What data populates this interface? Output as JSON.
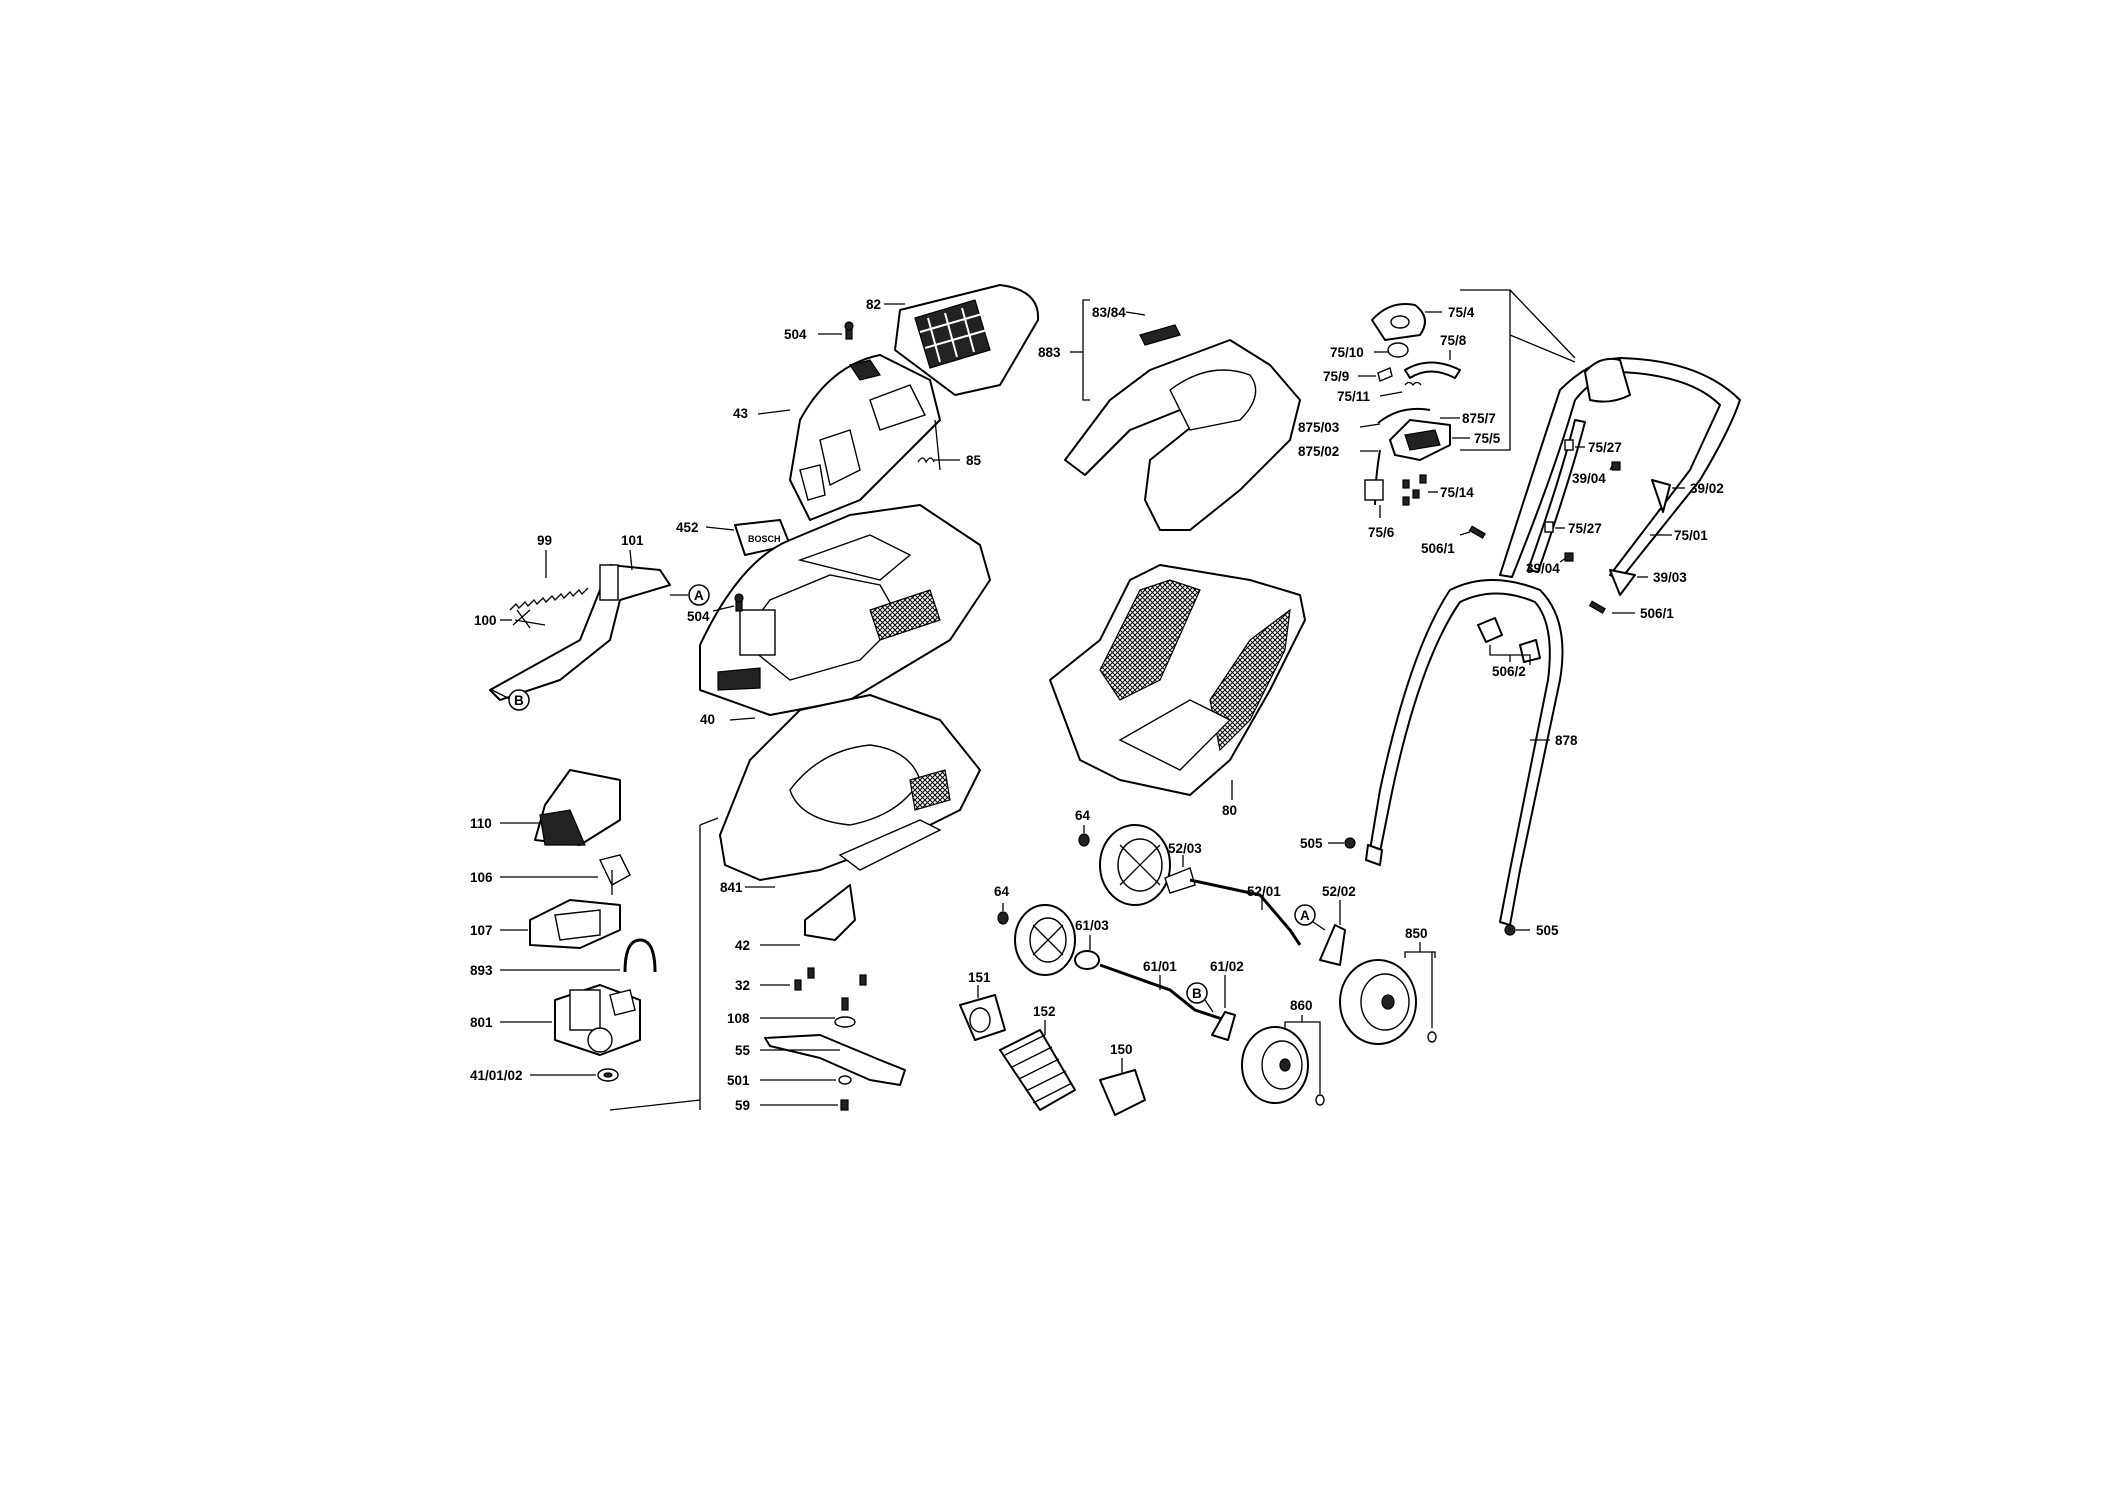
{
  "labels": {
    "l82": "82",
    "l504a": "504",
    "l43": "43",
    "l85": "85",
    "l452": "452",
    "l99": "99",
    "l101": "101",
    "l100": "100",
    "l504b": "504",
    "l40": "40",
    "l110": "110",
    "l106": "106",
    "l107": "107",
    "l893": "893",
    "l801": "801",
    "l410102": "41/01/02",
    "l841": "841",
    "l42": "42",
    "l32": "32",
    "l108": "108",
    "l55": "55",
    "l501": "501",
    "l59": "59",
    "l8384": "83/84",
    "l883": "883",
    "l80": "80",
    "l64a": "64",
    "l5203": "52/03",
    "l5201": "52/01",
    "l5202": "52/02",
    "l64b": "64",
    "l6103": "61/03",
    "l6101": "61/01",
    "l6102": "61/02",
    "l151": "151",
    "l152": "152",
    "l150": "150",
    "l860": "860",
    "l850": "850",
    "l754": "75/4",
    "l7510": "75/10",
    "l758": "75/8",
    "l759": "75/9",
    "l7511": "75/11",
    "l87503": "875/03",
    "l8757": "875/7",
    "l755": "75/5",
    "l87502": "875/02",
    "l7514": "75/14",
    "l756": "75/6",
    "l7527a": "75/27",
    "l3904a": "39/04",
    "l3902": "39/02",
    "l7527b": "75/27",
    "l7501": "75/01",
    "l5061a": "506/1",
    "l3904b": "39/04",
    "l3903": "39/03",
    "l5061b": "506/1",
    "l5062": "506/2",
    "l878": "878",
    "l505a": "505",
    "l505b": "505"
  },
  "refs": {
    "refA1": "A",
    "refB1": "B",
    "refA2": "A",
    "refB2": "B"
  },
  "logo_text": "BOSCH"
}
